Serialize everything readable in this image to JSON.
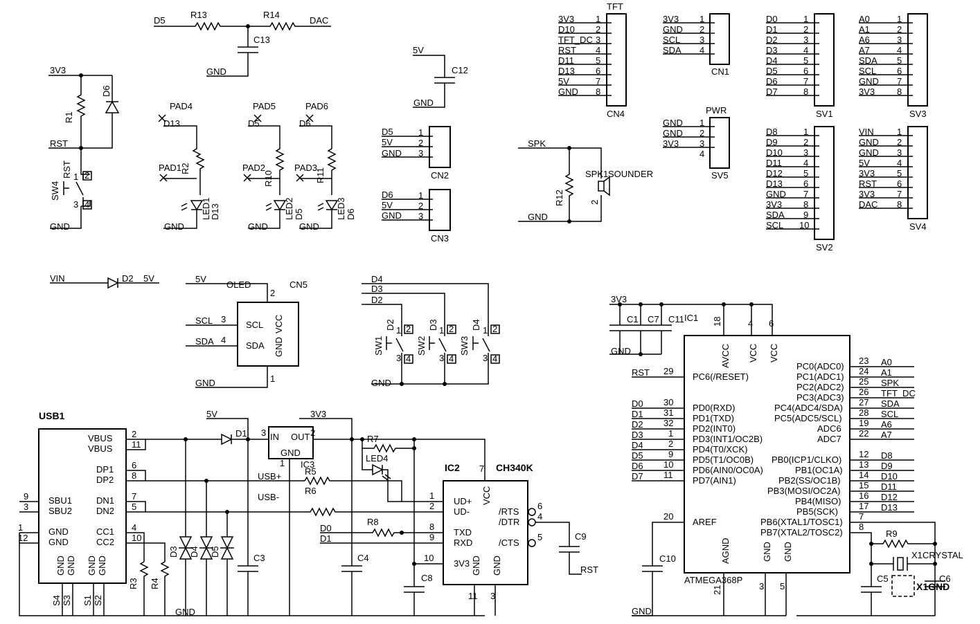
{
  "nets": {
    "d0": "D0",
    "d1": "D1",
    "d2": "D2",
    "d3": "D3",
    "d4": "D4",
    "d5": "D5",
    "d6": "D6",
    "d7": "D7",
    "d8": "D8",
    "d9": "D9",
    "d10": "D10",
    "d11": "D11",
    "d12": "D12",
    "d13": "D13",
    "a0": "A0",
    "a1": "A1",
    "a6": "A6",
    "a7": "A7",
    "v33": "3V3",
    "v5": "5V",
    "vin": "VIN",
    "gnd": "GND",
    "rst": "RST",
    "scl": "SCL",
    "sda": "SDA",
    "dac": "DAC",
    "spk": "SPK",
    "tftdc": "TFT_DC",
    "usbp": "USB+",
    "usbm": "USB-"
  },
  "parts": {
    "r13": "R13",
    "r14": "R14",
    "c13": "C13",
    "c12": "C12",
    "r1": "R1",
    "d6": "D6",
    "sw4": "SW4",
    "rst": "RST",
    "pad4": "PAD4",
    "pad5": "PAD5",
    "pad6": "PAD6",
    "pad1": "PAD1",
    "pad2": "PAD2",
    "pad3": "PAD3",
    "r2": "R2",
    "r10": "R10",
    "r11": "R11",
    "led1": "LED1",
    "led2": "LED2",
    "led3": "LED3",
    "cn2": "CN2",
    "cn3": "CN3",
    "cn4": "CN4",
    "cn1": "CN1",
    "tft": "TFT",
    "pwr": "PWR",
    "sv5": "SV5",
    "sv1": "SV1",
    "sv2": "SV2",
    "sv3": "SV3",
    "sv4": "SV4",
    "r12": "R12",
    "spk1": "SPK1",
    "sounder": "SOUNDER",
    "d2": "D2",
    "oled": "OLED",
    "cn5": "CN5",
    "sw1": "SW1",
    "sw2": "SW2",
    "sw3": "SW3",
    "c1": "C1",
    "c7": "C7",
    "c11": "C11",
    "ic1": "IC1",
    "c10": "C10",
    "atmega": "ATMEGA368P",
    "r9": "R9",
    "x1": "X1",
    "crystal": "CRYSTAL",
    "c5": "C5",
    "c6": "C6",
    "x1gnd": "X1GND",
    "usb1": "USB1",
    "d1": "D1",
    "ic3": "IC3",
    "r7": "R7",
    "led4": "LED4",
    "r5": "R5",
    "r6": "R6",
    "r8": "R8",
    "ic2": "IC2",
    "ch340k": "CH340K",
    "c3": "C3",
    "c4": "C4",
    "c8": "C8",
    "c9": "C9",
    "r3": "R3",
    "r4": "R4",
    "d3": "D3",
    "d4": "D4",
    "d5": "D5"
  },
  "pins": {
    "vbus": "VBUS",
    "dp1": "DP1",
    "dp2": "DP2",
    "dn1": "DN1",
    "dn2": "DN2",
    "sbu1": "SBU1",
    "sbu2": "SBU2",
    "cc1": "CC1",
    "cc2": "CC2",
    "gnd": "GND",
    "s1": "S1",
    "s2": "S2",
    "s3": "S3",
    "s4": "S4",
    "in": "IN",
    "out": "OUT",
    "udp": "UD+",
    "udm": "UD-",
    "txd": "TXD",
    "rxd": "RXD",
    "vcc": "VCC",
    "v33": "3V3",
    "rts": "/RTS",
    "dtr": "/DTR",
    "cts": "/CTS",
    "scl": "SCL",
    "sda": "SDA",
    "avcc": "AVCC",
    "agnd": "AGND",
    "aref": "AREF",
    "pc6": "PC6(/RESET)",
    "pd0": "PD0(RXD)",
    "pd1": "PD1(TXD)",
    "pd2": "PD2(INT0)",
    "pd3": "PD3(INT1/OC2B)",
    "pd4": "PD4(T0/XCK)",
    "pd5": "PD5(T1/OC0B)",
    "pd6": "PD6(AIN0/OC0A)",
    "pd7": "PD7(AIN1)",
    "pc0": "PC0(ADC0)",
    "pc1": "PC1(ADC1)",
    "pc2": "PC2(ADC2)",
    "pc3": "PC3(ADC3)",
    "pc4": "PC4(ADC4/SDA)",
    "pc5": "PC5(ADC5/SCL)",
    "adc6": "ADC6",
    "adc7": "ADC7",
    "pb0": "PB0(ICP1/CLKO)",
    "pb1": "PB1(OC1A)",
    "pb2": "PB2(SS/OC1B)",
    "pb3": "PB3(MOSI/OC2A)",
    "pb4": "PB4(MISO)",
    "pb5": "PB5(SCK)",
    "pb6": "PB6(XTAL1/TOSC1)",
    "pb7": "PB7(XTAL2/TOSC2)"
  },
  "nums": {
    "n1": "1",
    "n2": "2",
    "n3": "3",
    "n4": "4",
    "n5": "5",
    "n6": "6",
    "n7": "7",
    "n8": "8",
    "n9": "9",
    "n10": "10",
    "n11": "11",
    "n12": "12",
    "n13": "13",
    "n14": "14",
    "n15": "15",
    "n16": "16",
    "n17": "17",
    "n18": "18",
    "n19": "19",
    "n20": "20",
    "n21": "21",
    "n22": "22",
    "n23": "23",
    "n24": "24",
    "n25": "25",
    "n26": "26",
    "n27": "27",
    "n28": "28",
    "n29": "29",
    "n30": "30",
    "n31": "31",
    "n32": "32"
  }
}
